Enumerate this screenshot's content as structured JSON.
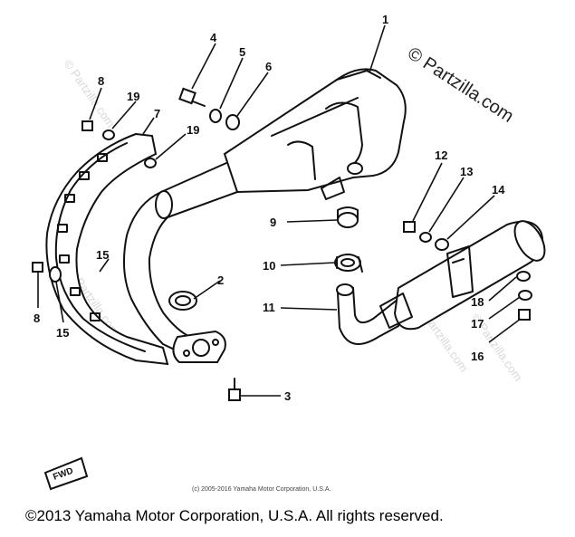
{
  "diagram": {
    "callouts": [
      "1",
      "2",
      "3",
      "4",
      "5",
      "6",
      "7",
      "8",
      "8",
      "9",
      "10",
      "11",
      "12",
      "13",
      "14",
      "15",
      "15",
      "16",
      "17",
      "18",
      "19",
      "19"
    ],
    "badge": "FWD"
  },
  "watermarks": {
    "main": "© Partzilla.com",
    "ghost": "© Partzilla.com"
  },
  "copyright": {
    "inner": "(c) 2005-2016 Yamaha Motor Corporation, U.S.A.",
    "bottom": "©2013 Yamaha Motor Corporation, U.S.A. All rights reserved."
  }
}
